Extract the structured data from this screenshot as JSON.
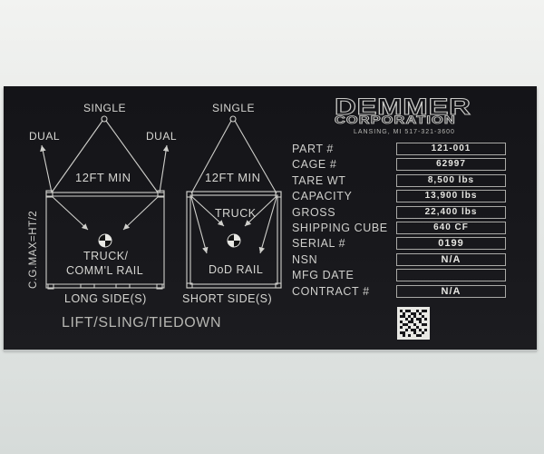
{
  "plate": {
    "colors": {
      "plate": "#16161a",
      "engraving": "#d6d6d2",
      "background": "#e6e8e6"
    }
  },
  "logo": {
    "name": "DEMMER",
    "subtitle": "CORPORATION",
    "address": "LANSING, MI 517-321-3600"
  },
  "long_side_diagram": {
    "single_label": "SINGLE",
    "dual_left_label": "DUAL",
    "dual_right_label": "DUAL",
    "min_label": "12FT  MIN",
    "cg_label": "C.G.MAX=HT/2",
    "usage_line1": "TRUCK/",
    "usage_line2": "COMM'L RAIL",
    "caption": "LONG SIDE(S)",
    "cg-symbol-icon": "center-of-gravity-icon"
  },
  "short_side_diagram": {
    "single_label": "SINGLE",
    "min_label": "12FT  MIN",
    "usage_top": "TRUCK",
    "usage_bottom": "DoD  RAIL",
    "caption": "SHORT SIDE(S)",
    "cg-symbol-icon": "center-of-gravity-icon"
  },
  "footer": {
    "title": "LIFT/SLING/TIEDOWN"
  },
  "fields": [
    {
      "label": "PART  #",
      "value": "121-001"
    },
    {
      "label": "CAGE  #",
      "value": "62997"
    },
    {
      "label": "TARE  WT",
      "value": "8,500 lbs"
    },
    {
      "label": "CAPACITY",
      "value": "13,900 lbs"
    },
    {
      "label": "GROSS",
      "value": "22,400 lbs"
    },
    {
      "label": "SHIPPING  CUBE",
      "value": "640 CF"
    },
    {
      "label": "SERIAL  #",
      "value": "0199"
    },
    {
      "label": "NSN",
      "value": "N/A"
    },
    {
      "label": "MFG  DATE",
      "value": ""
    },
    {
      "label": "CONTRACT  #",
      "value": "N/A"
    }
  ],
  "datamatrix": {
    "icon": "datamatrix-code-icon"
  }
}
